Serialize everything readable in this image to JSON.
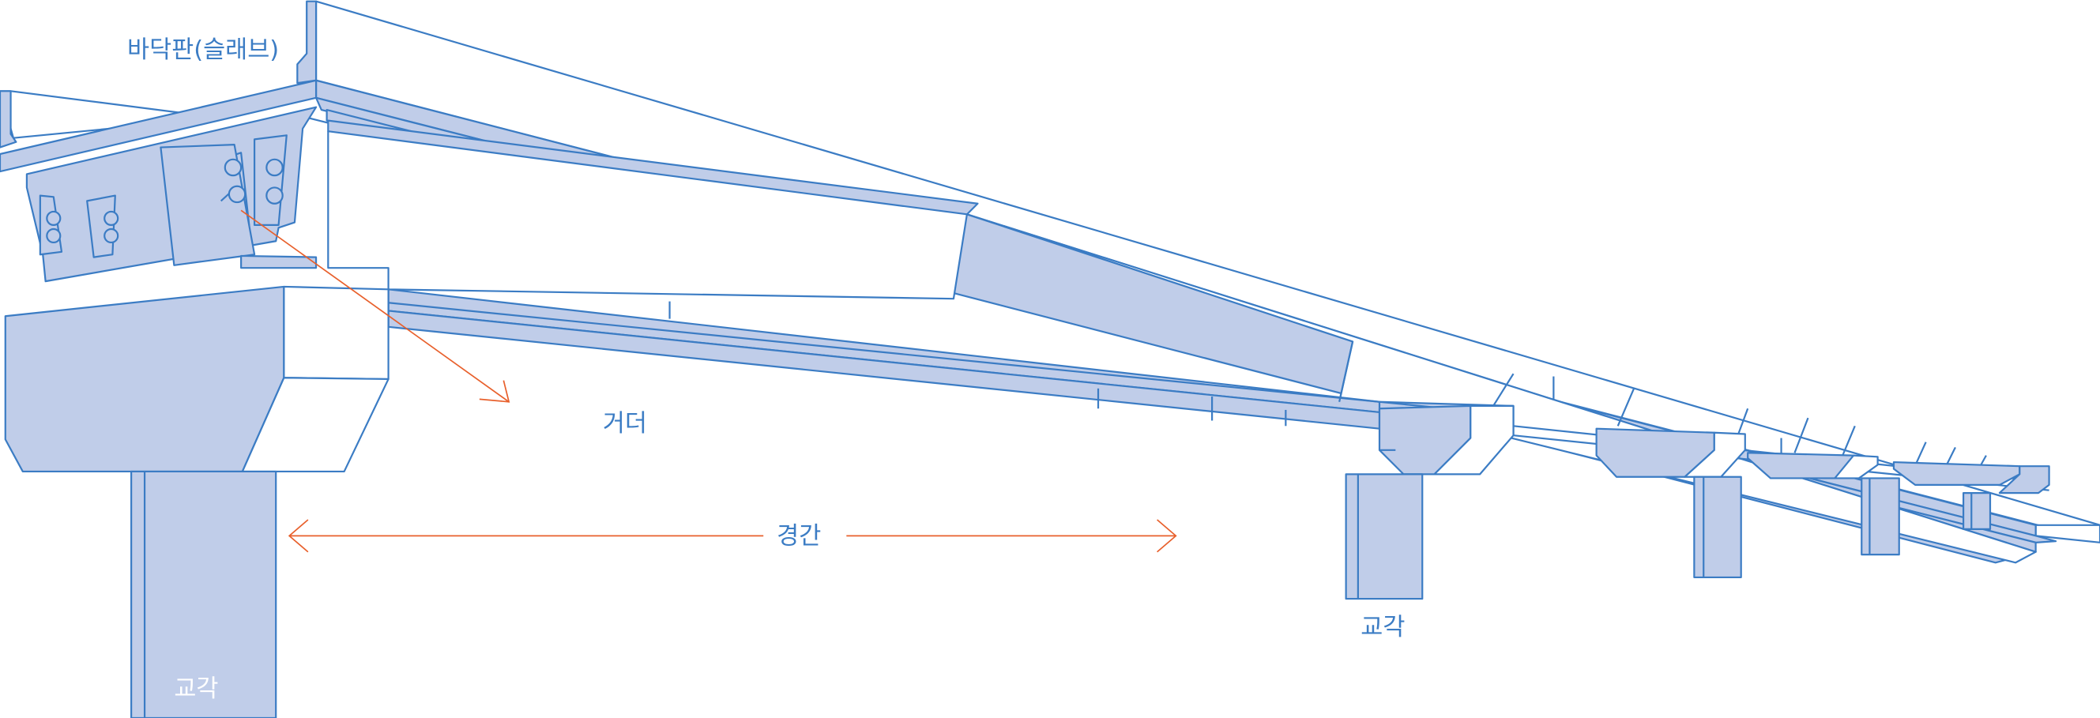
{
  "labels": {
    "slab": "바닥판(슬래브)",
    "girder": "거더",
    "span": "경간",
    "pier_right": "교각",
    "pier_left": "교각"
  },
  "colors": {
    "stroke": "#3b7cc4",
    "fill": "#c0cde9",
    "annotation": "#e8602c"
  }
}
